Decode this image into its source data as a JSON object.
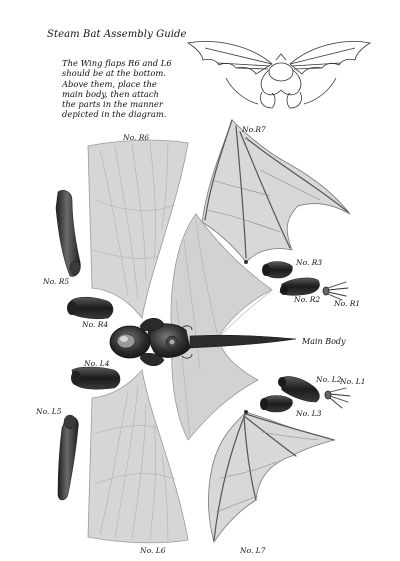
{
  "guide": {
    "title": "Steam Bat Assembly Guide",
    "instructions": [
      "The Wing flaps R6 and L6",
      "should be at the bottom.",
      "Above them, place the",
      "main body, then attach",
      "the parts in the manner",
      "depicted in the diagram."
    ]
  },
  "labels": {
    "r6": "No. R6",
    "r7": "No.R7",
    "r5": "No. R5",
    "r4": "No. R4",
    "r3": "No. R3",
    "r2": "No. R2",
    "r1": "No. R1",
    "main_body": "Main Body",
    "l4": "No. L4",
    "l5": "No. L5",
    "l2": "No. L2",
    "l1": "No. L1",
    "l3": "No. L3",
    "l6": "No. L6",
    "l7": "No. L7"
  },
  "colors": {
    "membrane": "#d4d4d4",
    "membrane_dark": "#b8b8b8",
    "metal_dark": "#2a2a2a",
    "metal_mid": "#555555",
    "outline": "#444444"
  }
}
